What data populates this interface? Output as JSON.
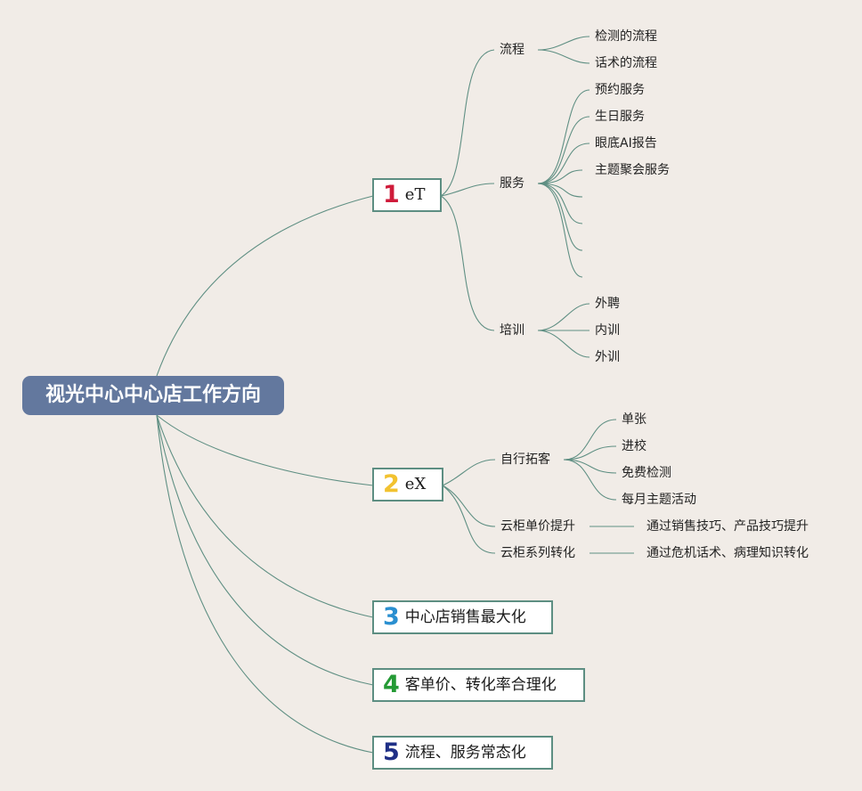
{
  "root": {
    "label": "视光中心中心店工作方向"
  },
  "branches": [
    {
      "num": "1",
      "label": "eT",
      "num_color": "#cf1b3a",
      "children": [
        {
          "label": "流程",
          "children": [
            {
              "label": "检测的流程"
            },
            {
              "label": "话术的流程"
            }
          ]
        },
        {
          "label": "服务",
          "children": [
            {
              "label": "预约服务"
            },
            {
              "label": "生日服务"
            },
            {
              "label": "眼底AI报告"
            },
            {
              "label": "主题聚会服务"
            },
            {
              "label": ""
            },
            {
              "label": ""
            },
            {
              "label": ""
            },
            {
              "label": ""
            }
          ]
        },
        {
          "label": "培训",
          "children": [
            {
              "label": "外聘"
            },
            {
              "label": "内训"
            },
            {
              "label": "外训"
            }
          ]
        }
      ]
    },
    {
      "num": "2",
      "label": "eX",
      "num_color": "#f2c230",
      "children": [
        {
          "label": "自行拓客",
          "children": [
            {
              "label": "单张"
            },
            {
              "label": "进校"
            },
            {
              "label": "免费检测"
            },
            {
              "label": "每月主题活动"
            }
          ]
        },
        {
          "label": "云柜单价提升",
          "children": [
            {
              "label": "通过销售技巧、产品技巧提升"
            }
          ]
        },
        {
          "label": "云柜系列转化",
          "children": [
            {
              "label": "通过危机话术、病理知识转化"
            }
          ]
        }
      ]
    },
    {
      "num": "3",
      "label": "中心店销售最大化",
      "num_color": "#2a8fd0",
      "children": []
    },
    {
      "num": "4",
      "label": "客单价、转化率合理化",
      "num_color": "#249a35",
      "children": []
    },
    {
      "num": "5",
      "label": "流程、服务常态化",
      "num_color": "#1f2f86",
      "children": []
    }
  ]
}
